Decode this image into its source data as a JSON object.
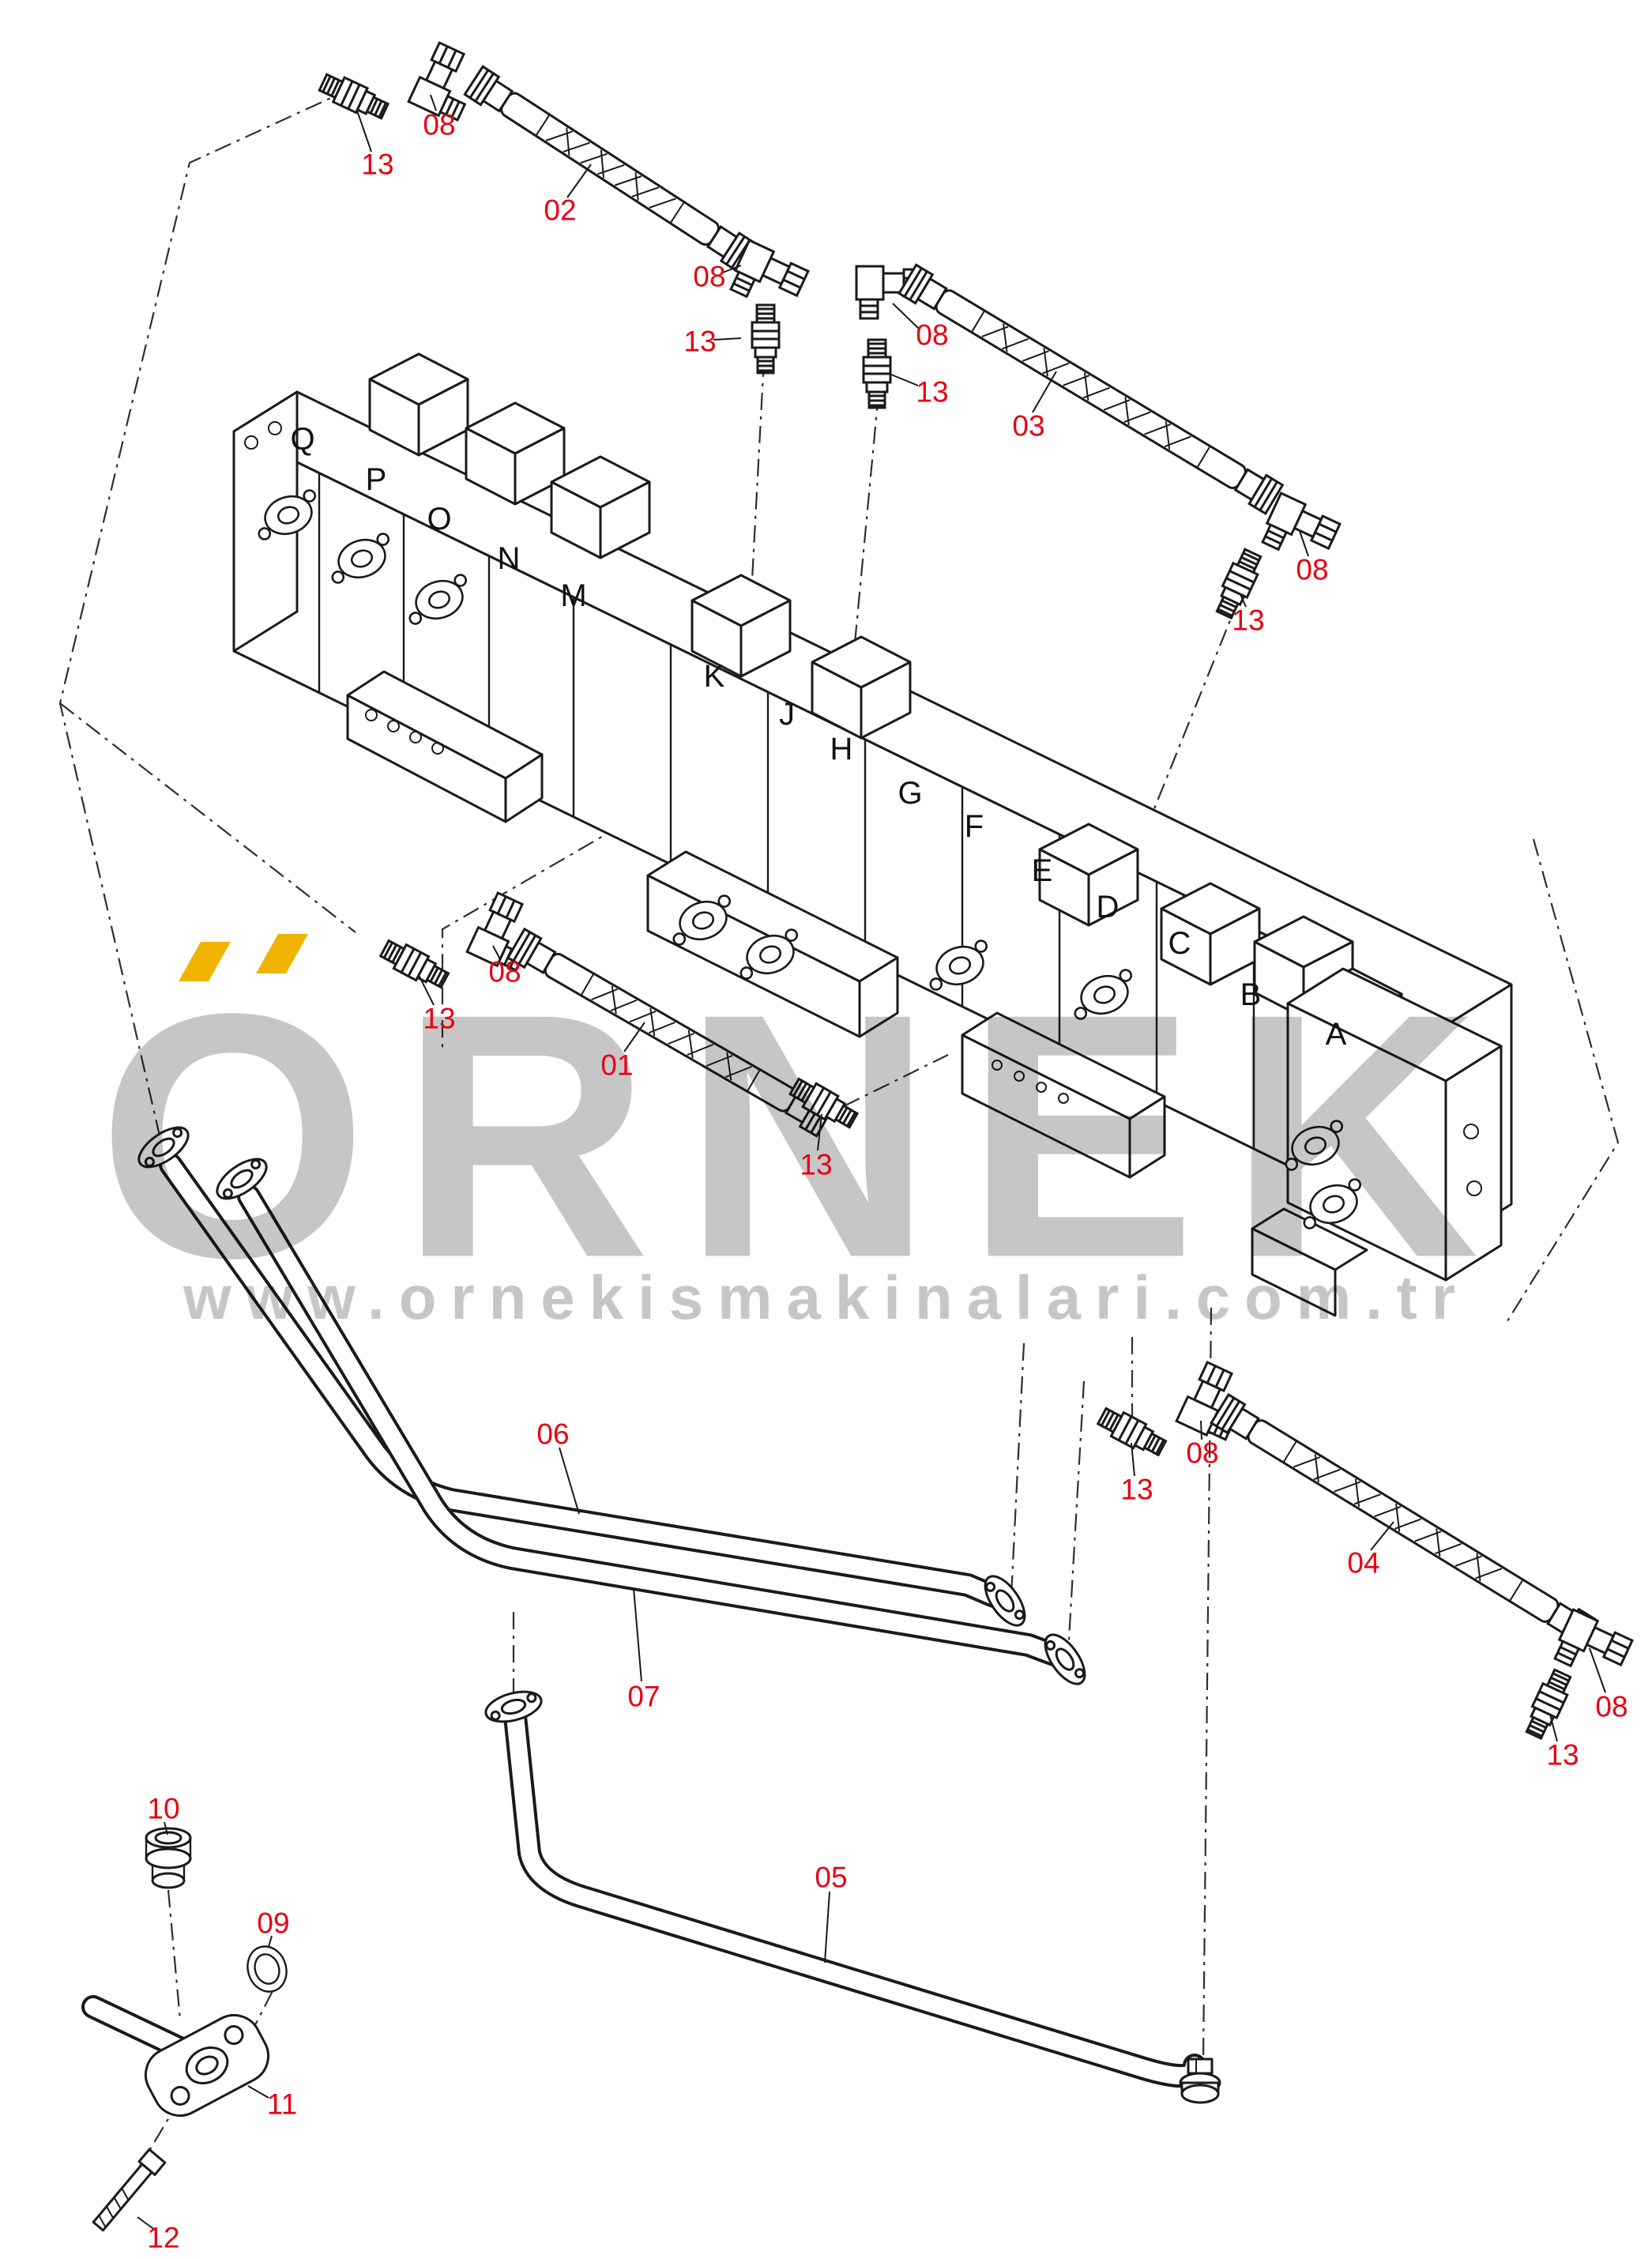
{
  "colors": {
    "label_red": "#e60012",
    "section_black": "#111111",
    "watermark_gray": "#c6c6c6",
    "accent_yellow": "#f0b400",
    "line_color": "#1a1a1a"
  },
  "watermark": {
    "brand": "ÖRNEK",
    "brand_letters": "ORNEK",
    "url": "www.ornekismakinalari.com.tr"
  },
  "part_labels": [
    {
      "text": "08"
    },
    {
      "text": "13"
    },
    {
      "text": "02"
    },
    {
      "text": "08"
    },
    {
      "text": "13"
    },
    {
      "text": "08"
    },
    {
      "text": "13"
    },
    {
      "text": "03"
    },
    {
      "text": "08"
    },
    {
      "text": "13"
    },
    {
      "text": "08"
    },
    {
      "text": "13"
    },
    {
      "text": "01"
    },
    {
      "text": "13"
    },
    {
      "text": "06"
    },
    {
      "text": "07"
    },
    {
      "text": "13"
    },
    {
      "text": "08"
    },
    {
      "text": "04"
    },
    {
      "text": "08"
    },
    {
      "text": "13"
    },
    {
      "text": "05"
    },
    {
      "text": "10"
    },
    {
      "text": "09"
    },
    {
      "text": "11"
    },
    {
      "text": "12"
    }
  ],
  "section_labels": [
    {
      "text": "Q"
    },
    {
      "text": "P"
    },
    {
      "text": "O"
    },
    {
      "text": "N"
    },
    {
      "text": "M"
    },
    {
      "text": "K"
    },
    {
      "text": "J"
    },
    {
      "text": "H"
    },
    {
      "text": "G"
    },
    {
      "text": "F"
    },
    {
      "text": "E"
    },
    {
      "text": "D"
    },
    {
      "text": "C"
    },
    {
      "text": "B"
    },
    {
      "text": "A"
    }
  ]
}
